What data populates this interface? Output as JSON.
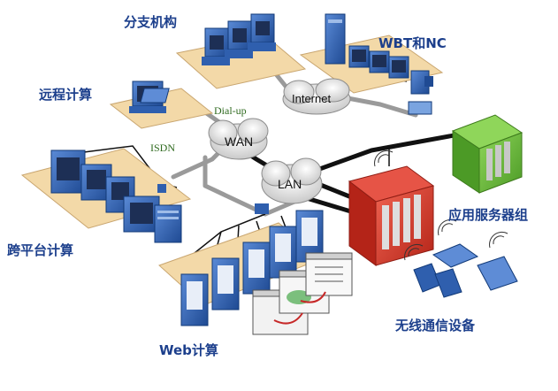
{
  "labels": {
    "branch": "分支机构",
    "remote": "远程计算",
    "wbt": "WBT和NC",
    "crossplatform": "跨平台计算",
    "appservers": "应用服务器组",
    "wireless": "无线通信设备",
    "web": "Web计算"
  },
  "clouds": {
    "internet": "Internet",
    "wan": "WAN",
    "lan": "LAN"
  },
  "links": {
    "dialup": "Dial-up",
    "isdn": "ISDN"
  },
  "colors": {
    "label": "#1c3f8c",
    "platform": "#f3d9a8",
    "device_blue": "#2f5fae",
    "server_red": "#d83a2e",
    "server_green": "#6fbf3e",
    "cable_thick": "#111111",
    "cable_gray": "#9a9a9a"
  }
}
